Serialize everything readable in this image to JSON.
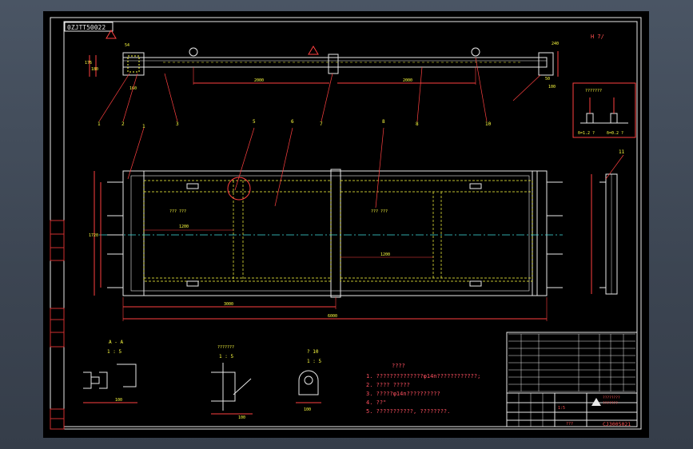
{
  "drawing": {
    "code_box": "0ZJTT50022",
    "sheet_marks": "H 7/",
    "balloons_top": [
      "1",
      "2",
      "3",
      "7",
      "8",
      "10"
    ],
    "dim_2000": "2000",
    "dims_top_left": [
      "176",
      "180",
      "54",
      "160"
    ],
    "dims_top_right": [
      "240",
      "50",
      "100"
    ],
    "balloons_plan": [
      "1",
      "5",
      "6",
      "8"
    ],
    "side_balloon": "11",
    "plan_notes": {
      "left": "???\n???",
      "right": "???\n???",
      "dim_1200": "1200",
      "dim_1200b": "1200",
      "dim_3000": "3000",
      "dim_6000": "6000",
      "dim_1720": "1720"
    },
    "detail_top_right": {
      "title": "???????",
      "left_note": "δ=1.2 ?",
      "right_note": "δ=0.2 ?"
    },
    "section_a": {
      "title": "A - A",
      "scale": "1 : 5",
      "dim": "100"
    },
    "section_b": {
      "title": "???????",
      "scale": "1 : 5",
      "dim": "100"
    },
    "section_c": {
      "title": "? 10",
      "scale": "1 : 5",
      "dim": "100"
    }
  },
  "notes": {
    "title": "????",
    "lines": [
      "1. ??????????????φ14n????????????;",
      "2. ???? ?????",
      "3. ?????φ14n??????????",
      "4. ??\"",
      "5. ???????????, ????????."
    ]
  },
  "title_block": {
    "drawing_no": "CJ3005021",
    "scale": "1:5",
    "sheet": "???",
    "company_top": "????????",
    "company_sub": "???????"
  },
  "revision_rows": 8
}
